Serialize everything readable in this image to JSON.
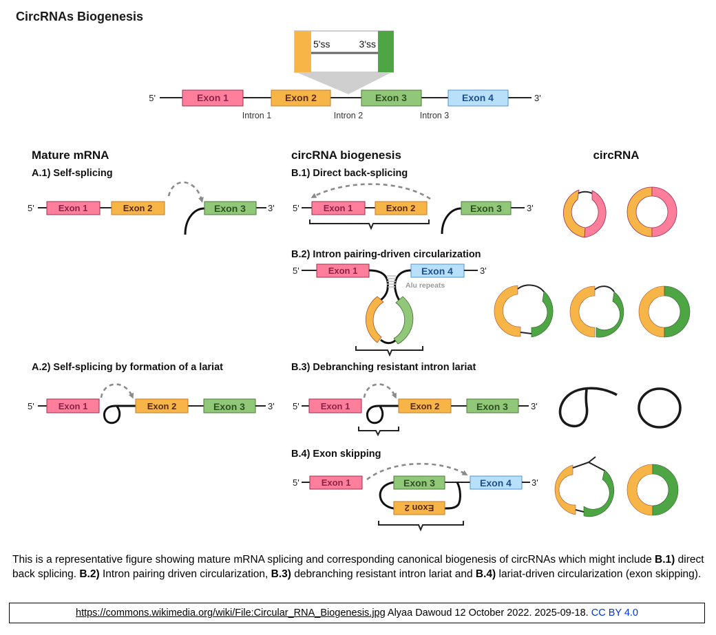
{
  "title": "CircRNAs Biogenesis",
  "colors": {
    "exon1": "#FF7E9B",
    "exon2": "#F8B547",
    "exon3": "#90C778",
    "exon4": "#B9E0FA",
    "exon3_circ": "#4DA543",
    "arrow": "#8a8a8a"
  },
  "gene": {
    "five_prime": "5'",
    "three_prime": "3'",
    "exons": [
      "Exon 1",
      "Exon 2",
      "Exon 3",
      "Exon 4"
    ],
    "introns": [
      "Intron 1",
      "Intron 2",
      "Intron 3"
    ],
    "inset": {
      "left_label": "5'ss",
      "right_label": "3'ss"
    }
  },
  "columns": {
    "mature": "Mature mRNA",
    "biogenesis": "circRNA biogenesis",
    "circrna": "circRNA"
  },
  "panels": {
    "a1": {
      "label": "A.1) Self-splicing",
      "five": "5'",
      "three": "3'",
      "exons": [
        "Exon 1",
        "Exon 2",
        "Exon 3"
      ]
    },
    "a2": {
      "label": "A.2) Self-splicing by formation of a lariat",
      "five": "5'",
      "three": "3'",
      "exons": [
        "Exon 1",
        "Exon 2",
        "Exon 3"
      ]
    },
    "b1": {
      "label": "B.1) Direct back-splicing",
      "five": "5'",
      "three": "3'",
      "exons": [
        "Exon 1",
        "Exon 2",
        "Exon 3"
      ]
    },
    "b2": {
      "label": "B.2) Intron pairing-driven circularization",
      "five": "5'",
      "three": "3'",
      "exons": [
        "Exon 1",
        "Exon 4"
      ],
      "repeats": "Alu repeats"
    },
    "b3": {
      "label": "B.3) Debranching resistant intron lariat",
      "five": "5'",
      "three": "3'",
      "exons": [
        "Exon 1",
        "Exon 2",
        "Exon 3"
      ]
    },
    "b4": {
      "label": "B.4) Exon skipping",
      "five": "5'",
      "three": "3'",
      "exons": [
        "Exon 1",
        "Exon 3",
        "Exon 2",
        "Exon 4"
      ]
    }
  },
  "caption": {
    "intro": "This is a representative figure showing mature mRNA splicing and corresponding canonical biogenesis of circRNAs which might include ",
    "b1_tag": "B.1)",
    "b1_text": " direct back splicing. ",
    "b2_tag": "B.2)",
    "b2_text": " Intron pairing driven circularization, ",
    "b3_tag": "B.3)",
    "b3_text": " debranching resistant intron lariat and ",
    "b4_tag": "B.4)",
    "b4_text": " lariat-driven circularization (exon skipping)."
  },
  "source": {
    "link": "https://commons.wikimedia.org/wiki/File:Circular_RNA_Biogenesis.jpg",
    "attribution": " Alyaa Dawoud 12 October 2022. 2025-09-18. ",
    "license": "CC BY 4.0"
  }
}
